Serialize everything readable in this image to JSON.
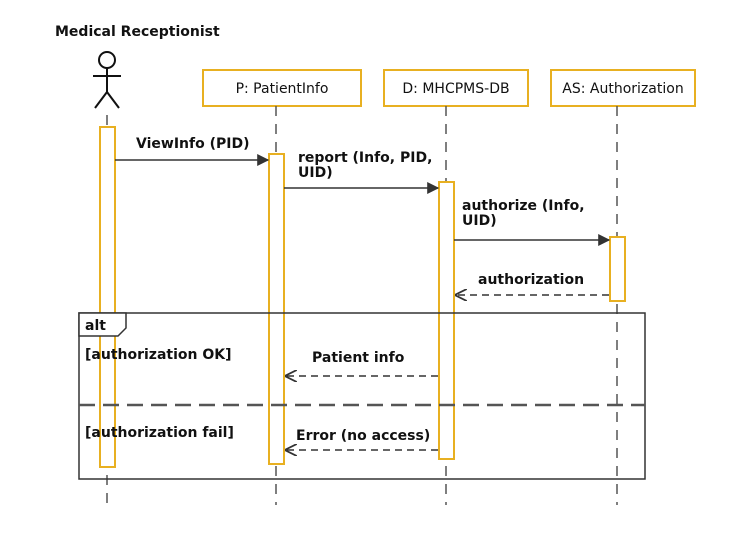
{
  "actor": {
    "name": "Medical Receptionist",
    "icon": "stick-figure-icon"
  },
  "lifelines": [
    {
      "id": "P",
      "label": "P: PatientInfo"
    },
    {
      "id": "D",
      "label": "D: MHCPMS-DB"
    },
    {
      "id": "AS",
      "label": "AS: Authorization"
    }
  ],
  "messages": [
    {
      "from": "actor",
      "to": "P",
      "kind": "sync",
      "text": [
        "ViewInfo (PID)"
      ]
    },
    {
      "from": "P",
      "to": "D",
      "kind": "sync",
      "text": [
        "report (Info, PID,",
        "UID)"
      ]
    },
    {
      "from": "D",
      "to": "AS",
      "kind": "sync",
      "text": [
        "authorize (Info,",
        "UID)"
      ]
    },
    {
      "from": "AS",
      "to": "D",
      "kind": "return",
      "text": [
        "authorization"
      ]
    },
    {
      "from": "D",
      "to": "P",
      "kind": "return",
      "text": [
        "Patient info"
      ]
    },
    {
      "from": "D",
      "to": "P",
      "kind": "return",
      "text": [
        "Error (no access)"
      ]
    }
  ],
  "fragment": {
    "operator": "alt",
    "guards": [
      "[authorization OK]",
      "[authorization fail]"
    ]
  },
  "colors": {
    "activation_border": "#e8b021",
    "lifeline_box_border": "#e8b021",
    "line": "#333333",
    "dash": "#555555",
    "text": "#111111"
  }
}
